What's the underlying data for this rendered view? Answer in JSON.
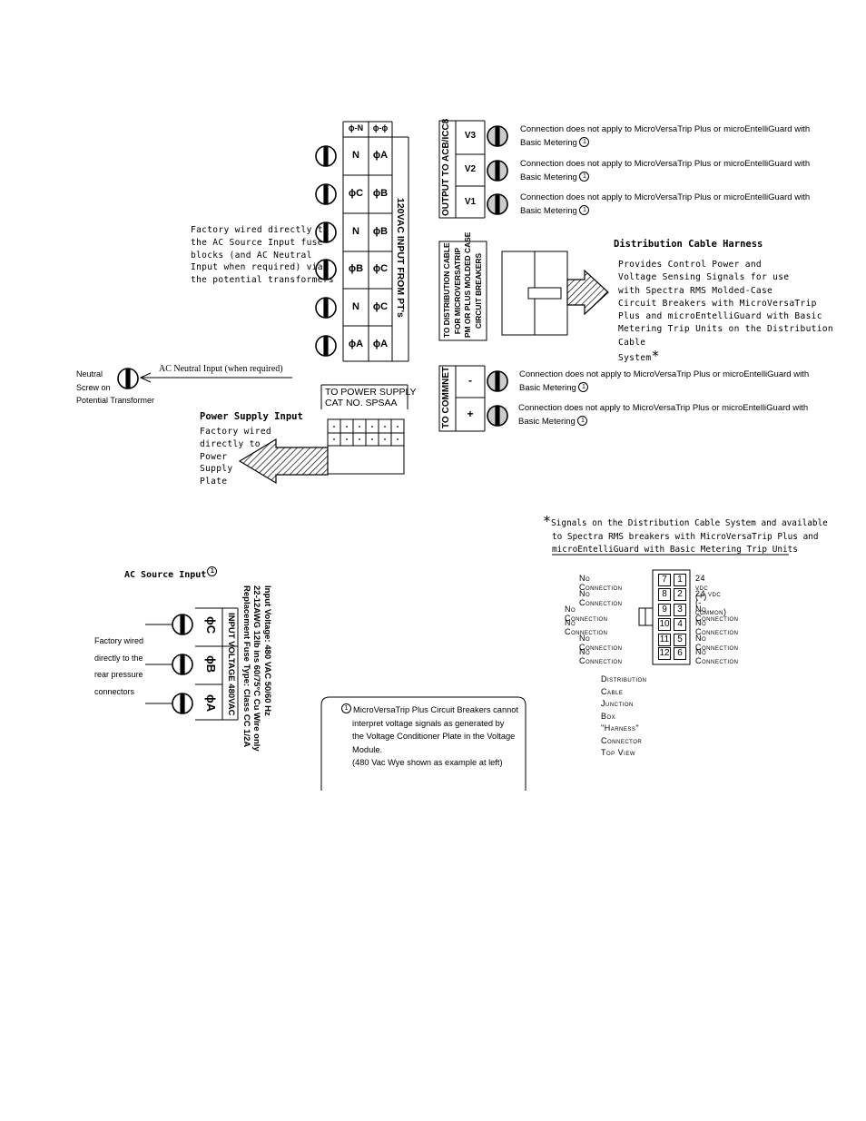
{
  "terminal_strip": {
    "col_headers": [
      "ϕ-N",
      "ϕ-ϕ"
    ],
    "rows": [
      {
        "left": "N",
        "right": "ϕA"
      },
      {
        "left": "ϕC",
        "right": "ϕB"
      },
      {
        "left": "N",
        "right": "ϕB"
      },
      {
        "left": "ϕB",
        "right": "ϕC"
      },
      {
        "left": "N",
        "right": "ϕC"
      },
      {
        "left": "ϕA",
        "right": "ϕA"
      }
    ],
    "side_label": "120VAC INPUT FROM PT's"
  },
  "factory_wired_note": [
    "Factory wired directly to",
    "the AC Source Input fuse",
    "blocks (and AC Neutral",
    "Input when required) via",
    "the potential transformers"
  ],
  "neutral": {
    "label": [
      "Neutral",
      "Screw on",
      "Potential Transformer"
    ],
    "arrow_label": "AC Neutral Input (when required)"
  },
  "output_block": {
    "label": "OUTPUT TO ACB/ICC8",
    "terminals": [
      "V3",
      "V2",
      "V1"
    ],
    "note_line1": "Connection does not apply to MicroVersaTrip Plus or microEntelliGuard with",
    "note_line2": "Basic Metering",
    "note_ref": "1"
  },
  "distribution": {
    "label_lines": [
      "TO DISTRIBUTION CABLE",
      "FOR MICROVERSATRIP",
      "PM OR PLUS MOLDED CASE",
      "CIRCUIT BREAKERS"
    ],
    "title": "Distribution Cable Harness",
    "desc": [
      "Provides Control Power and",
      "Voltage Sensing Signals for use",
      "with Spectra RMS Molded-Case",
      "Circuit Breakers with MicroVersaTrip",
      "Plus and microEntelliGuard with Basic",
      "Metering Trip Units on the Distribution Cable",
      "System"
    ],
    "star": "*"
  },
  "commnet": {
    "label": "TO COMMNET",
    "terminals": [
      "-",
      "+"
    ]
  },
  "power_supply": {
    "box_label": [
      "TO POWER SUPPLY",
      "CAT NO. SPSAA"
    ],
    "title": "Power Supply Input",
    "desc": [
      "Factory wired",
      "directly to",
      "Power",
      "Supply",
      "Plate"
    ]
  },
  "footnote_signals": {
    "star": "*",
    "lines": [
      "Signals on the Distribution Cable System and available",
      "to Spectra RMS breakers with MicroVersaTrip Plus and",
      "microEntelliGuard with Basic Metering Trip Units"
    ]
  },
  "connector": {
    "left_labels": [
      "No Connection",
      "No Connection",
      "No Connection",
      "No Connection",
      "No Connection",
      "No Connection"
    ],
    "pins_left": [
      "7",
      "8",
      "9",
      "10",
      "11",
      "12"
    ],
    "pins_right": [
      "1",
      "2",
      "3",
      "4",
      "5",
      "6"
    ],
    "right_labels": [
      "24 vdc (+)",
      "24 vdc (-common)",
      "No Connection",
      "No Connection",
      "No Connection",
      "No Connection"
    ],
    "caption": [
      "Distribution Cable Junction Box",
      "\"Harness\" Connector Top View"
    ]
  },
  "ac_source": {
    "title": "AC Source Input",
    "ref": "1",
    "side_note": [
      "Factory wired",
      "directly to the",
      "rear pressure",
      "connectors"
    ],
    "phases": [
      "ϕC",
      "ϕB",
      "ϕA"
    ],
    "input_label": "INPUT VOLTAGE 480VAC",
    "spec_lines": [
      "Input Voltage: 480 VAC 50/60 Hz",
      "22-12AWG 12lb ins 60/75°C Cu Wire only",
      "Replacement Fuse Type: Class CC 1/2A"
    ]
  },
  "footnote_box": {
    "ref": "1",
    "lines": [
      "MicroVersaTrip Plus Circuit Breakers cannot",
      "interpret voltage signals as generated by",
      "the Voltage Conditioner Plate in the Voltage",
      "Module.",
      "(480 Vac Wye shown as example at left)"
    ]
  }
}
